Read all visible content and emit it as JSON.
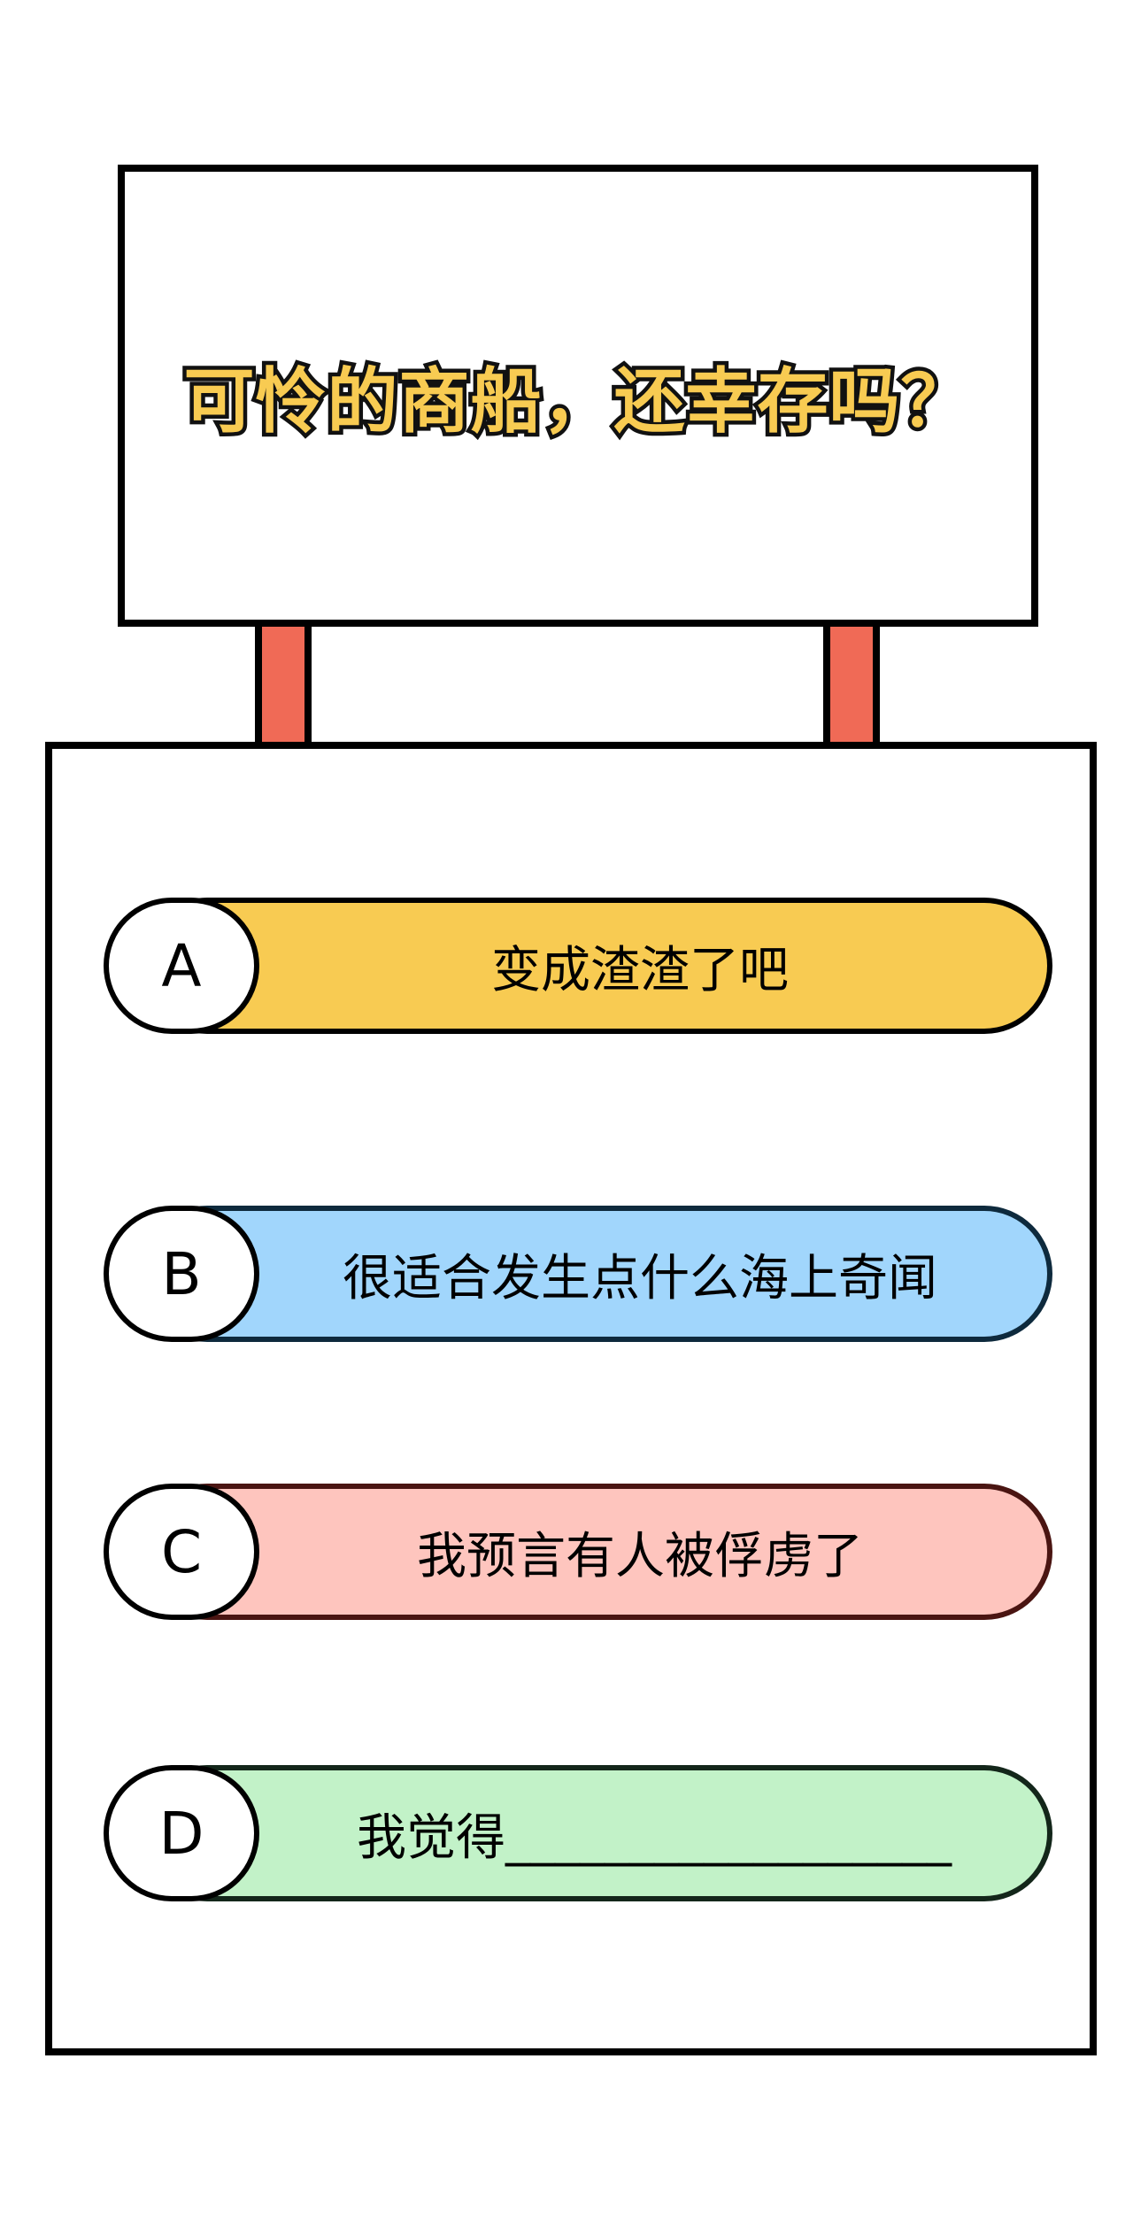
{
  "question": {
    "title": "可怜的商船，还幸存吗？"
  },
  "options": [
    {
      "letter": "A",
      "text": "变成渣渣了吧"
    },
    {
      "letter": "B",
      "text": "很适合发生点什么海上奇闻"
    },
    {
      "letter": "C",
      "text": "我预言有人被俘虏了"
    },
    {
      "letter": "D",
      "text": "我觉得__________________"
    }
  ],
  "colors": {
    "title_fill": "#F8CB52",
    "post": "#F06A56",
    "option_a": "#F8CB52",
    "option_b": "#A1D6FC",
    "option_c": "#FEC5BE",
    "option_d": "#C2F2C8"
  }
}
